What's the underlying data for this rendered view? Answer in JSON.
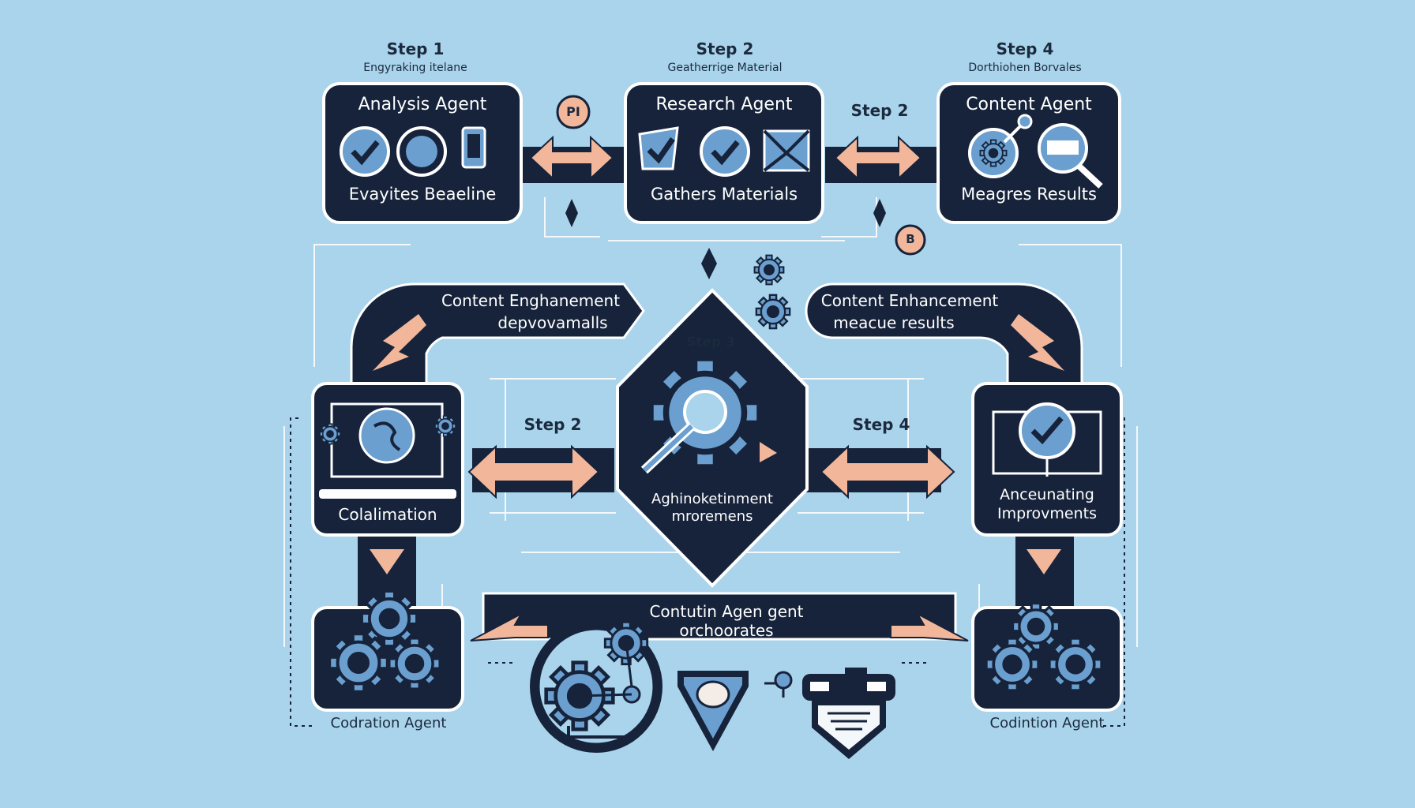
{
  "colors": {
    "background": "#a9d4ec",
    "node_fill": "#16233a",
    "node_border": "#ffffff",
    "icon_fill": "#6a9fcf",
    "accent_peach": "#f2b79b",
    "line": "#f4f8fb"
  },
  "top_steps": [
    {
      "step": "Step 1",
      "caption": "Engyraking itelane"
    },
    {
      "step": "Step 2",
      "caption": "Geatherrige Material"
    },
    {
      "step": "Step 4",
      "caption": "Dorthiohen Borvales"
    }
  ],
  "agents": {
    "analysis": {
      "title": "Analysis Agent",
      "subtitle": "Evayites Beaeline"
    },
    "research": {
      "title": "Research Agent",
      "subtitle": "Gathers Materials"
    },
    "content": {
      "title": "Content Agent",
      "subtitle": "Meagres Results"
    }
  },
  "mid_labels": {
    "step_top_right": "Step 2",
    "step_left": "Step 2",
    "step_right": "Step 4",
    "badge_p": "PI",
    "badge_b": "B"
  },
  "bands": {
    "left": {
      "line1": "Content Enghanement",
      "line2": "depvovamalls"
    },
    "right": {
      "line1": "Content Enhancement",
      "line2": "meacue results"
    },
    "bottom": {
      "line1": "Contutin Agen gent",
      "line2": "orchoorates"
    }
  },
  "center": {
    "step": "Step 3",
    "line1": "Aghinoketinment",
    "line2": "mroremens"
  },
  "side_boxes": {
    "left": {
      "label": "Colalimation"
    },
    "right": {
      "line1": "Anceunating",
      "line2": "Improvments"
    }
  },
  "footer": {
    "left": "Codration Agent",
    "right": "Codintion Agent"
  },
  "icons": [
    "check-circle-icon",
    "target-circle-icon",
    "phone-icon",
    "document-icon",
    "envelope-icon",
    "gear-icon",
    "magnifier-icon",
    "monitor-icon",
    "shield-icon",
    "badge-icon"
  ]
}
